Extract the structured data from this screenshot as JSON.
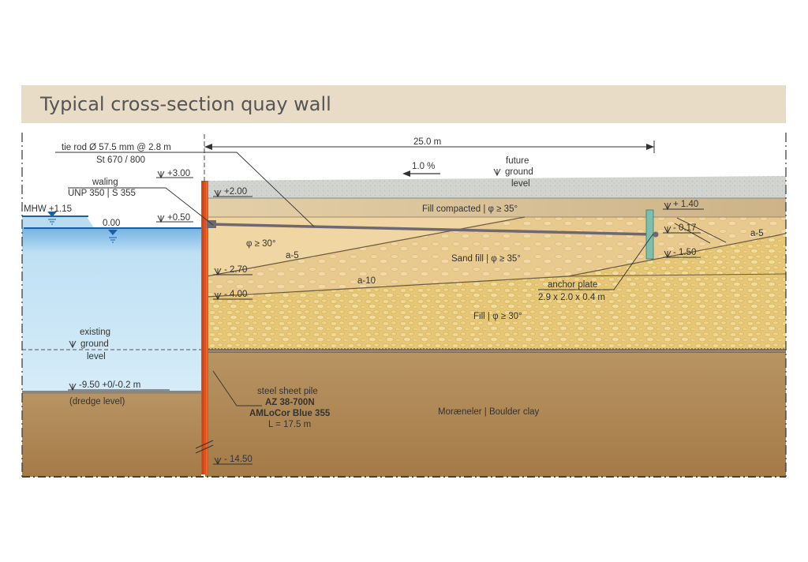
{
  "title": "Typical cross-section quay wall",
  "labels": {
    "tie_rod_1": "tie rod Ø 57.5 mm @ 2.8 m",
    "tie_rod_2": "St 670 / 800",
    "dim_25": "25.0 m",
    "slope": "1.0 %",
    "future_1": "future",
    "future_2": "ground",
    "future_3": "level",
    "waling_1": "waling",
    "waling_2": "UNP 350 | S 355",
    "lv_300": "+3.00",
    "lv_200": "+2.00",
    "lv_050": "+0.50",
    "mhw": "MHW +1.15",
    "lv_000": "0.00",
    "lv_140": "+ 1.40",
    "lv_017": "- 0.17",
    "lv_150": "- 1.50",
    "lv_270": "- 2.70",
    "lv_400": "- 4.00",
    "lv_950": "-9.50 +0/-0.2 m",
    "dredge": "(dredge level)",
    "lv_1450": "- 14.50",
    "phi_30": "φ ≥ 30°",
    "a5_left": "a-5",
    "a5_right": "a-5",
    "a10": "a-10",
    "fill_compacted": "Fill compacted | φ ≥ 35°",
    "sand_fill": "Sand fill | φ ≥ 35°",
    "fill": "Fill | φ ≥ 30°",
    "anchor_1": "anchor plate",
    "anchor_2": "2.9 x 2.0 x 0.4 m",
    "existing_1": "existing",
    "existing_2": "ground",
    "existing_3": "level",
    "pile_1": "steel sheet pile",
    "pile_2": "AZ 38-700N",
    "pile_3": "AMLoCor Blue 355",
    "pile_4": "L = 17.5 m",
    "boulder": "Moræneler | Boulder clay"
  },
  "colors": {
    "water": "#cfe8f6",
    "water_surface": "#1a5fa8",
    "top_layer": "#d4d6d2",
    "compacted": "#d9c7a3",
    "sand": "#e8c98e",
    "fill": "#e6c777",
    "clay": "#b08a55",
    "pile": "#e0501c",
    "anchor": "#7bbfb0",
    "tie_rod": "#6d6872"
  }
}
